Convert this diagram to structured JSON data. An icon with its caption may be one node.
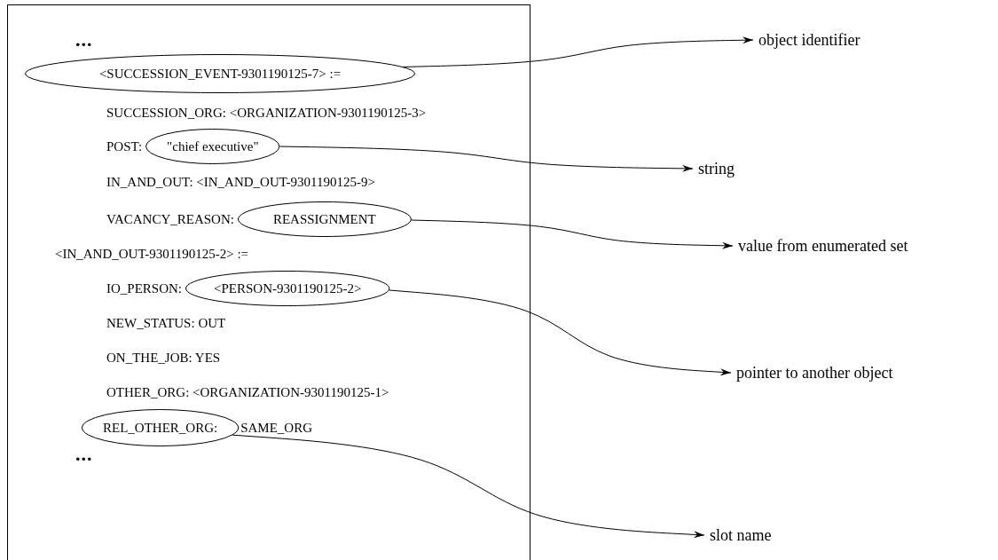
{
  "diagram": {
    "nodes": [
      {
        "text": [
          "<SUCCESSION_EVENT-9301190125-7> :="
        ]
      },
      {
        "text": [
          "object identifier"
        ]
      },
      {
        "text": [
          "\"chief executive\""
        ]
      },
      {
        "text": [
          "string"
        ]
      },
      {
        "text": [
          "REASSIGNMENT"
        ]
      },
      {
        "text": [
          "value from enumerated set"
        ]
      },
      {
        "text": [
          "<PERSON-9301190125-2>"
        ]
      },
      {
        "text": [
          "pointer to another object"
        ]
      },
      {
        "text": [
          "REL_OTHER_ORG:"
        ]
      },
      {
        "text": [
          "slot name"
        ]
      }
    ],
    "edges": [
      {
        "from": 0,
        "to": 1,
        "arrow": "to"
      },
      {
        "from": 2,
        "to": 3,
        "arrow": "to"
      },
      {
        "from": 4,
        "to": 5,
        "arrow": "to"
      },
      {
        "from": 6,
        "to": 7,
        "arrow": "to"
      },
      {
        "from": 8,
        "to": 9,
        "arrow": "to"
      }
    ],
    "labels": [
      "...",
      "SUCCESSION_ORG: <ORGANIZATION-9301190125-3>",
      "POST:",
      "IN_AND_OUT: <IN_AND_OUT-9301190125-9>",
      "VACANCY_REASON:",
      "<IN_AND_OUT-9301190125-2> :=",
      "IO_PERSON:",
      "NEW_STATUS: OUT",
      "ON_THE_JOB: YES",
      "OTHER_ORG: <ORGANIZATION-9301190125-1>",
      "SAME_ORG",
      "..."
    ]
  }
}
